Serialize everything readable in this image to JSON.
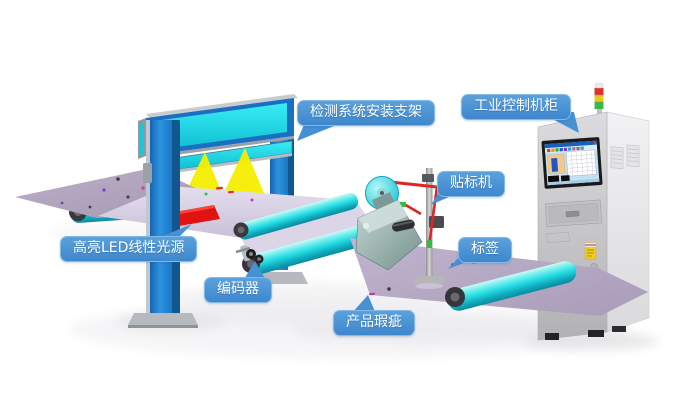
{
  "diagram": {
    "subject": "machine-vision web inspection and labeling line",
    "callouts": [
      {
        "id": "bracket",
        "label": "检测系统安装支架"
      },
      {
        "id": "cabinet",
        "label": "工业控制机柜"
      },
      {
        "id": "labeler",
        "label": "贴标机"
      },
      {
        "id": "tag",
        "label": "标签"
      },
      {
        "id": "led",
        "label": "高亮LED线性光源"
      },
      {
        "id": "encoder",
        "label": "编码器"
      },
      {
        "id": "defect",
        "label": "产品瑕疵"
      }
    ]
  },
  "colors": {
    "callout_bg_top": "#5ba1dc",
    "callout_bg_bottom": "#3e87cd",
    "callout_text": "#ffffff",
    "frame_blue": "#1f7ecb",
    "panel_cyan": "#22dce8",
    "roller_cyan": "#2ee0e6",
    "beam_yellow": "#f6ec00",
    "led_red": "#e01616",
    "web_material": "#b2a6c0",
    "cabinet_gray": "#c9c9cb",
    "tower_red": "#e23226",
    "tower_yellow": "#e8c822",
    "tower_green": "#3cb844"
  }
}
